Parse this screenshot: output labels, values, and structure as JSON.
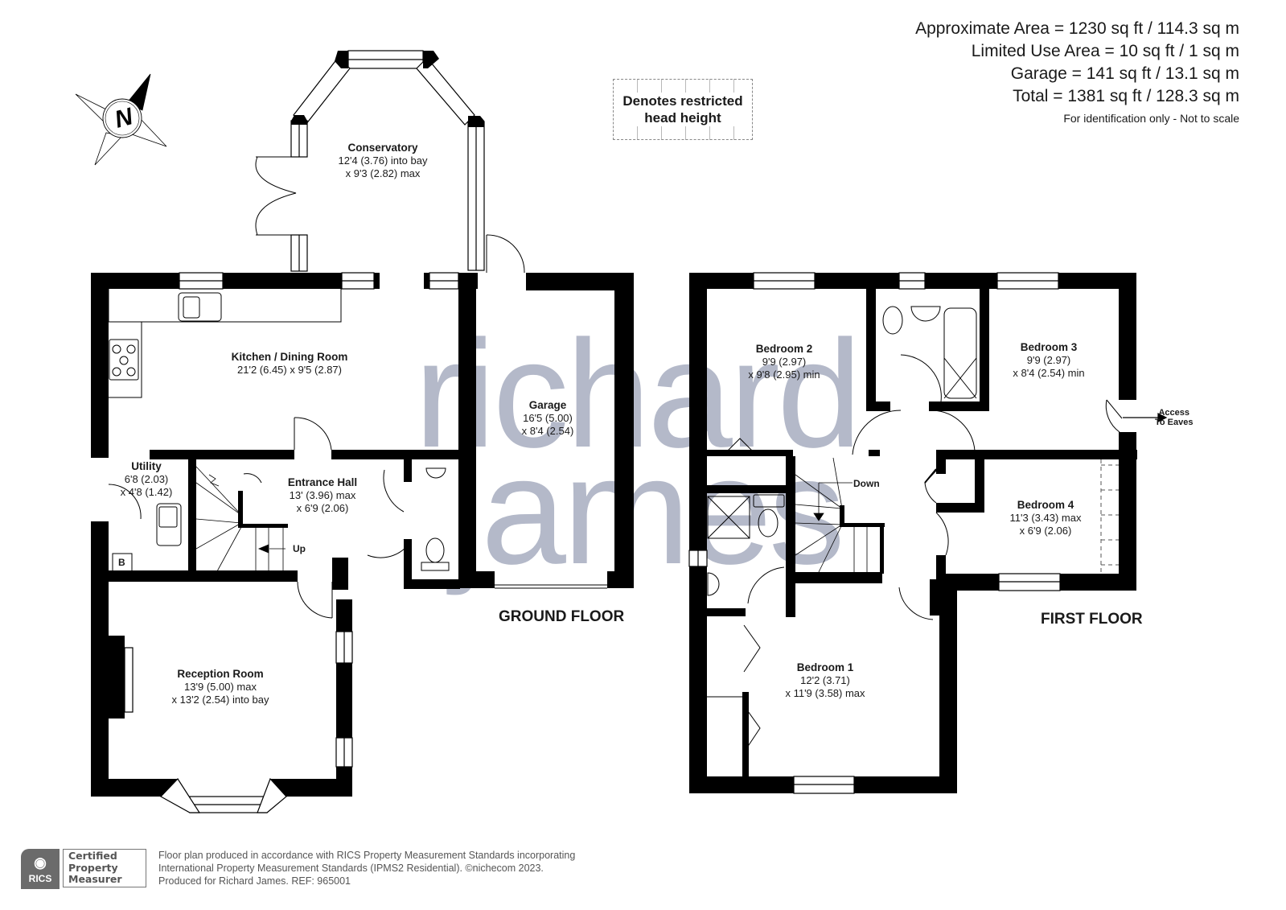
{
  "areas": {
    "approximate": "Approximate Area = 1230 sq ft / 114.3 sq m",
    "limited_use": "Limited Use Area = 10 sq ft / 1 sq m",
    "garage": "Garage = 141 sq ft / 13.1 sq m",
    "total": "Total = 1381 sq ft / 128.3 sq m",
    "note": "For identification only - Not to scale"
  },
  "legend": {
    "restricted_line1": "Denotes restricted",
    "restricted_line2": "head height"
  },
  "compass": {
    "label": "N",
    "icon": "compass-north-icon"
  },
  "watermark": {
    "line1": "richard",
    "line2": "james"
  },
  "floors": {
    "ground": {
      "label": "GROUND FLOOR",
      "rooms": [
        {
          "name": "Conservatory",
          "dim1": "12'4 (3.76) into bay",
          "dim2": "x 9'3 (2.82) max"
        },
        {
          "name": "Kitchen / Dining Room",
          "dim1": "21'2 (6.45) x 9'5 (2.87)",
          "dim2": ""
        },
        {
          "name": "Garage",
          "dim1": "16'5 (5.00)",
          "dim2": "x 8'4 (2.54)"
        },
        {
          "name": "Utility",
          "dim1": "6'8 (2.03)",
          "dim2": "x 4'8 (1.42)"
        },
        {
          "name": "Entrance Hall",
          "dim1": "13' (3.96) max",
          "dim2": "x 6'9 (2.06)"
        },
        {
          "name": "Reception Room",
          "dim1": "13'9 (5.00) max",
          "dim2": "x 13'2 (2.54) into bay"
        }
      ],
      "annotations": {
        "stairs": "Up",
        "boiler": "B"
      }
    },
    "first": {
      "label": "FIRST FLOOR",
      "rooms": [
        {
          "name": "Bedroom 2",
          "dim1": "9'9 (2.97)",
          "dim2": "x 9'8 (2.95) min"
        },
        {
          "name": "Bedroom 3",
          "dim1": "9'9 (2.97)",
          "dim2": "x 8'4 (2.54) min"
        },
        {
          "name": "Bedroom 4",
          "dim1": "11'3 (3.43) max",
          "dim2": "x 6'9 (2.06)"
        },
        {
          "name": "Bedroom 1",
          "dim1": "12'2 (3.71)",
          "dim2": "x 11'9 (3.58) max"
        }
      ],
      "annotations": {
        "stairs": "Down",
        "eaves_line1": "Access",
        "eaves_line2": "To Eaves"
      }
    }
  },
  "footer": {
    "badge_logo": "RICS",
    "badge_line1": "Certified",
    "badge_line2": "Property",
    "badge_line3": "Measurer",
    "line1": "Floor plan produced in accordance with RICS Property Measurement Standards incorporating",
    "line2": "International Property Measurement Standards (IPMS2 Residential).   ©nichecom 2023.",
    "line3": "Produced for Richard James.    REF:  965001"
  }
}
